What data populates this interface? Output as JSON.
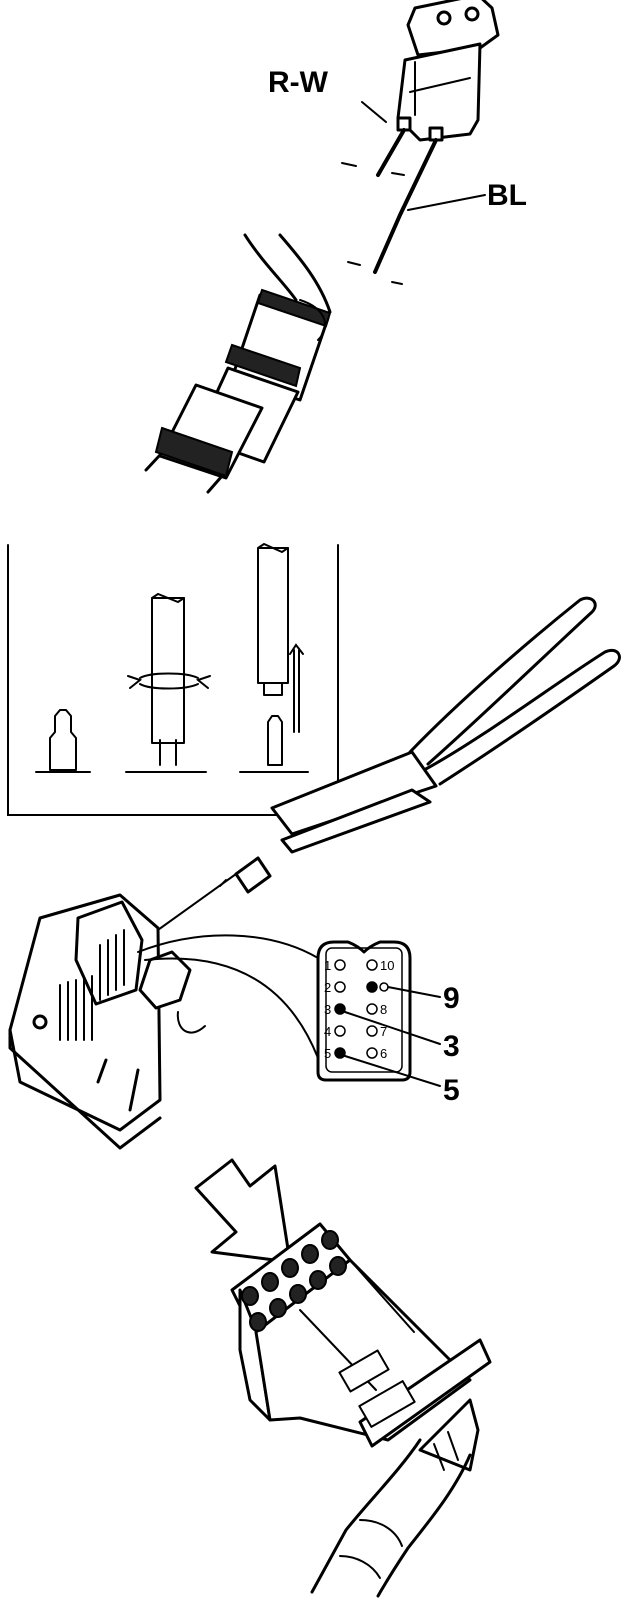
{
  "wire_labels": {
    "red_white": "R-W",
    "blue": "BL"
  },
  "connector_pins": [
    "1",
    "2",
    "3",
    "4",
    "5",
    "6",
    "7",
    "8",
    "9",
    "10"
  ],
  "callouts": [
    "9",
    "3",
    "5"
  ]
}
